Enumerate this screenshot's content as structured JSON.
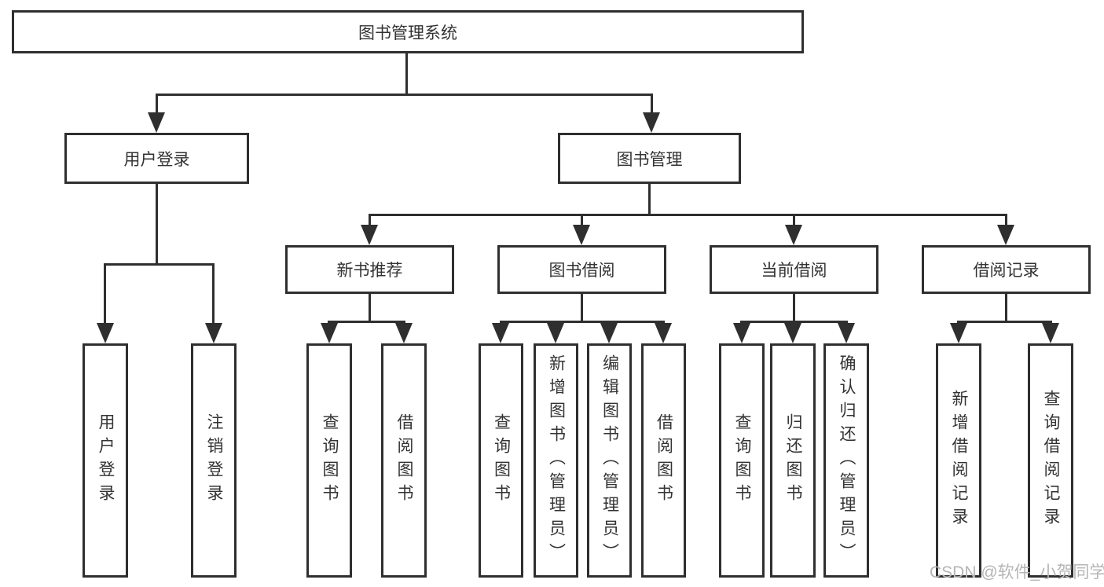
{
  "diagram": {
    "root": "图书管理系统",
    "branches": [
      {
        "label": "用户登录",
        "children": [
          "用户登录",
          "注销登录"
        ]
      },
      {
        "label": "图书管理",
        "children": [
          {
            "label": "新书推荐",
            "children": [
              "查询图书",
              "借阅图书"
            ]
          },
          {
            "label": "图书借阅",
            "children": [
              "查询图书",
              "新增图书（管理员）",
              "编辑图书（管理员）",
              "借阅图书"
            ]
          },
          {
            "label": "当前借阅",
            "children": [
              "查询图书",
              "归还图书",
              "确认归还（管理员）"
            ]
          },
          {
            "label": "借阅记录",
            "children": [
              "新增借阅记录",
              "查询借阅记录"
            ]
          }
        ]
      }
    ]
  },
  "watermark": "CSDN @软件_小贺同学",
  "colors": {
    "line": "#2f2f2f",
    "text": "#333333",
    "watermark": "#b5b5b5",
    "background": "#ffffff"
  }
}
